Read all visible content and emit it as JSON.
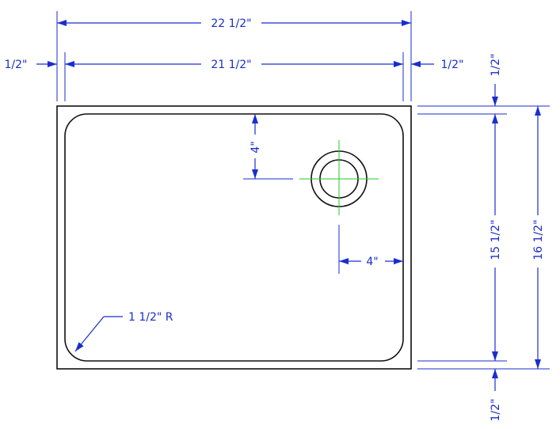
{
  "colors": {
    "dimension": "#1a2ecc",
    "outline": "#111111",
    "centerline": "#22cc22"
  },
  "dimensions": {
    "overall_width": "22 1/2\"",
    "inner_width": "21 1/2\"",
    "left_rim": "1/2\"",
    "right_rim": "1/2\"",
    "top_rim": "1/2\"",
    "bottom_rim": "1/2\"",
    "inner_height": "15 1/2\"",
    "overall_height": "16 1/2\"",
    "drain_from_top": "4\"",
    "drain_from_right": "4\"",
    "corner_radius": "1 1/2\" R"
  }
}
